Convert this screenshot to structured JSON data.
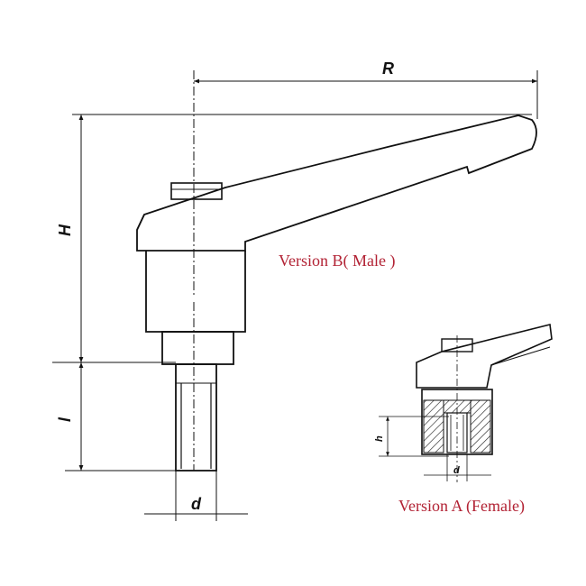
{
  "dimensions": {
    "R": "R",
    "H": "H",
    "l": "l",
    "d": "d",
    "h": "h",
    "d_small": "d"
  },
  "captions": {
    "version_b": "Version B( Male )",
    "version_a": "Version A (Female)"
  },
  "colors": {
    "caption": "#b22234",
    "lines": "#111111",
    "background": "#ffffff"
  }
}
